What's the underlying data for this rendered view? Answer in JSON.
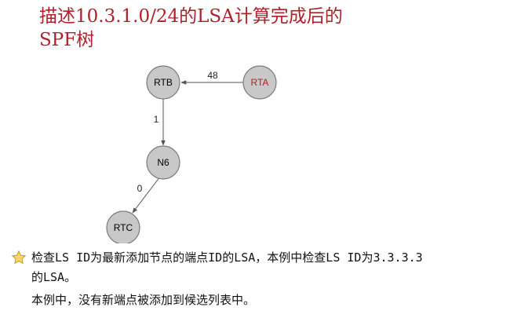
{
  "title": {
    "line1": "描述10.3.1.0/24的LSA计算完成后的",
    "line2": "SPF树"
  },
  "diagram": {
    "nodes": [
      {
        "id": "RTB",
        "label": "RTB",
        "color": "#000000"
      },
      {
        "id": "RTA",
        "label": "RTA",
        "color": "#b0202a"
      },
      {
        "id": "N6",
        "label": "N6",
        "color": "#000000"
      },
      {
        "id": "RTC",
        "label": "RTC",
        "color": "#000000"
      }
    ],
    "edges": [
      {
        "from": "RTA",
        "to": "RTB",
        "cost": "48"
      },
      {
        "from": "RTB",
        "to": "N6",
        "cost": "1"
      },
      {
        "from": "N6",
        "to": "RTC",
        "cost": "0"
      }
    ]
  },
  "note": {
    "icon": "star-icon",
    "line1": "检查LS ID为最新添加节点的端点ID的LSA，本例中检查LS ID为3.3.3.3",
    "line2": "的LSA。",
    "line3": "本例中，没有新端点被添加到候选列表中。"
  }
}
